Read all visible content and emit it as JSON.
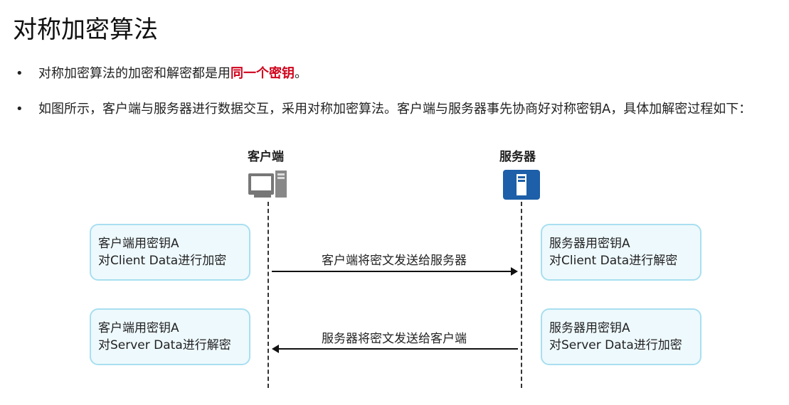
{
  "title": "对称加密算法",
  "bullets": [
    {
      "pre": "对称加密算法的加密和解密都是用",
      "highlight": "同一个密钥",
      "post": "。"
    },
    {
      "text": "如图所示，客户端与服务器进行数据交互，采用对称加密算法。客户端与服务器事先协商好对称密钥A，具体加解密过程如下："
    }
  ],
  "bullet_symbol": "•",
  "diagram": {
    "client_label": "客户端",
    "server_label": "服务器",
    "client_box1": [
      "客户端用密钥A",
      "对Client Data进行加密"
    ],
    "server_box1": [
      "服务器用密钥A",
      "对Client Data进行解密"
    ],
    "client_box2": [
      "客户端用密钥A",
      "对Server Data进行解密"
    ],
    "server_box2": [
      "服务器用密钥A",
      "对Server Data进行加密"
    ],
    "arrow1": "客户端将密文发送给服务器",
    "arrow2": "服务器将密文发送给客户端"
  },
  "colors": {
    "highlight": "#d0021b",
    "server_icon": "#1d5fa8",
    "box_border": "#a8dff0"
  }
}
